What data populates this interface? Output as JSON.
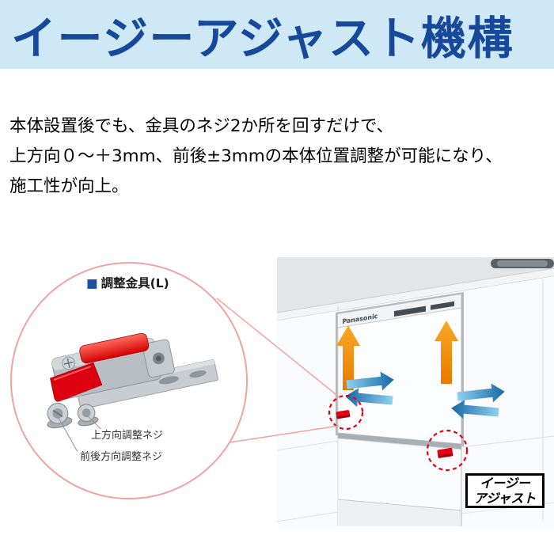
{
  "header": {
    "title": "イージーアジャスト機構"
  },
  "description": {
    "line1": "本体設置後でも、金具のネジ2か所を回すだけで、",
    "line2": "上方向０～＋3mm、前後±3mmの本体位置調整が可能になり、",
    "line3": "施工性が向上。"
  },
  "callout": {
    "bullet": "■",
    "label": "調整金具(L)",
    "screw_label_1": "上方向調整ネジ",
    "screw_label_2": "前後方向調整ネジ"
  },
  "appliance": {
    "brand": "Panasonic",
    "badge": {
      "line1": "イージー",
      "line2": "アジャスト"
    }
  },
  "colors": {
    "banner_bg": "#cfe8f6",
    "title_blue": "#17499b",
    "accent_red": "#e60012",
    "arrow_orange": "#ef8200",
    "arrow_blue": "#1a6faf",
    "callout_line_pink": "#f0a3a3"
  }
}
